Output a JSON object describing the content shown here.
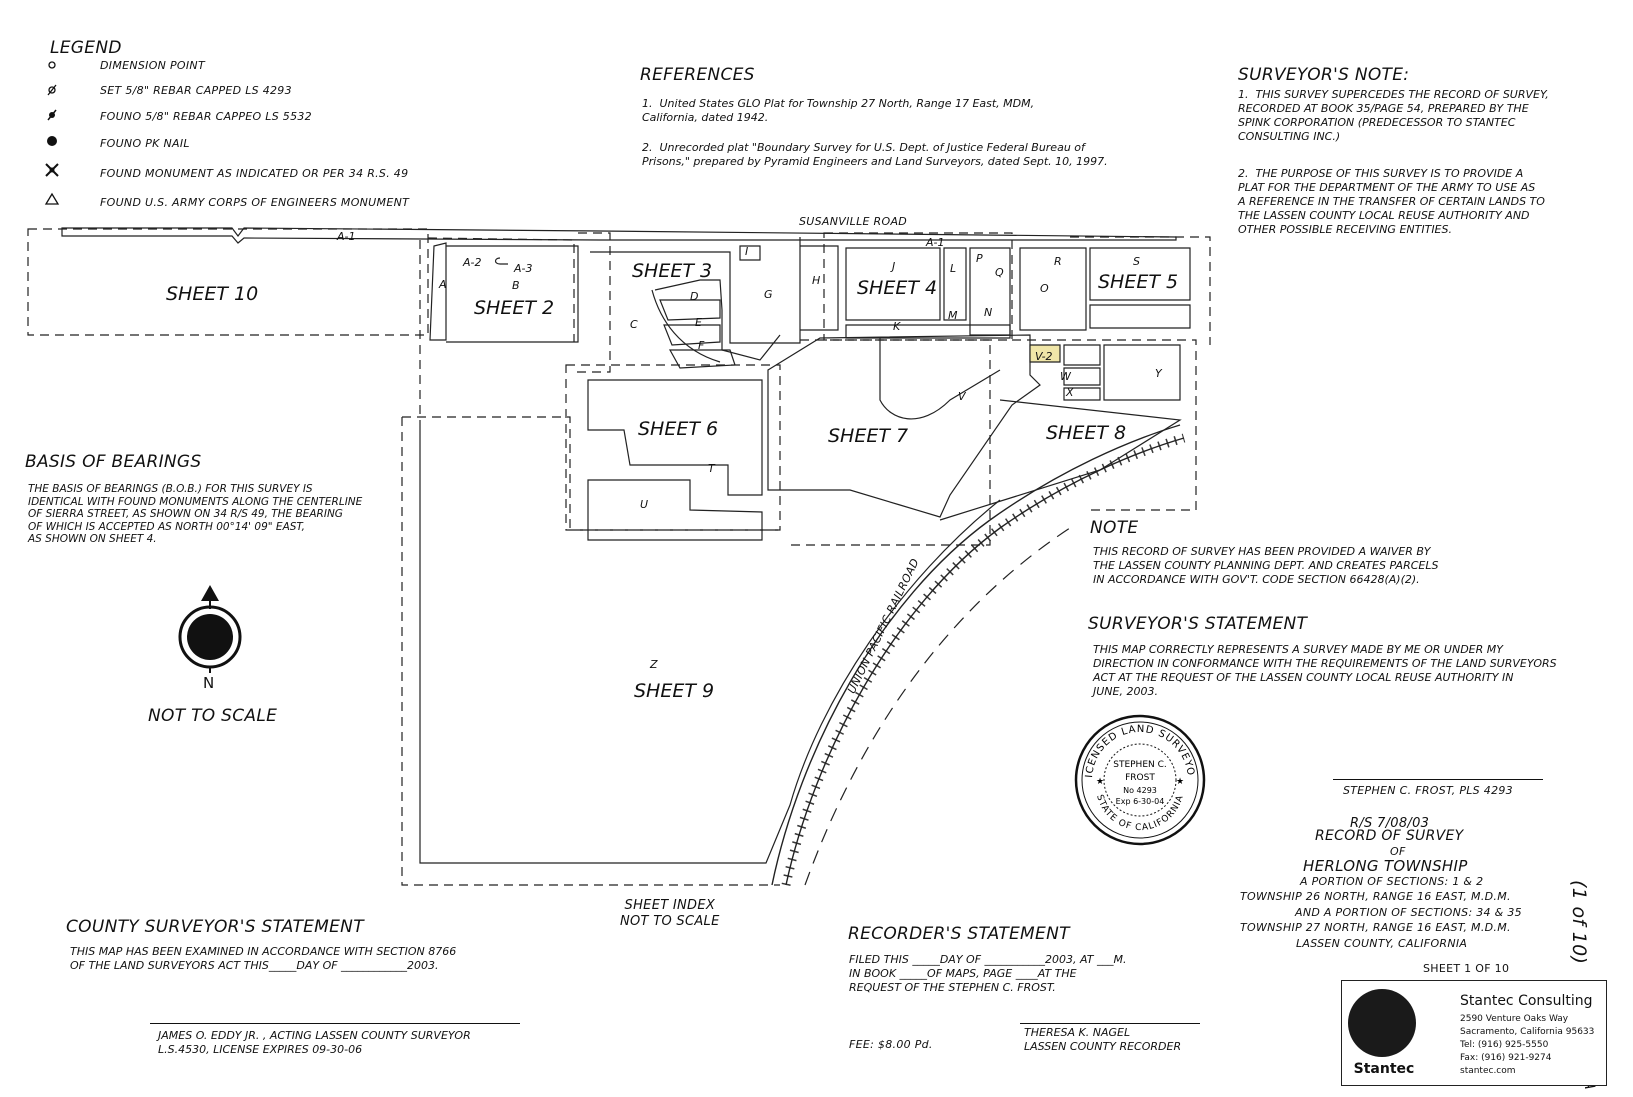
{
  "legend": {
    "title": "LEGEND",
    "items": [
      {
        "symbol": "circle-small",
        "label": "DIMENSION POINT"
      },
      {
        "symbol": "rebar-set",
        "label": "SET 5/8\" REBAR CAPPED LS 4293"
      },
      {
        "symbol": "rebar-found",
        "label": "FOUNO 5/8\" REBAR CAPPEO LS 5532"
      },
      {
        "symbol": "dot-filled",
        "label": "FOUNO PK NAIL"
      },
      {
        "symbol": "monument-x",
        "label": "FOUND MONUMENT AS INDICATED OR PER 34 R.S. 49"
      },
      {
        "symbol": "triangle",
        "label": "FOUND U.S. ARMY CORPS OF ENGINEERS MONUMENT"
      }
    ]
  },
  "references": {
    "title": "REFERENCES",
    "items": [
      "1.  United States GLO Plat for Township 27 North, Range 17 East, MDM,\nCalifornia, dated 1942.",
      "2.  Unrecorded plat \"Boundary Survey for U.S. Dept. of Justice Federal Bureau of\nPrisons,\" prepared by Pyramid Engineers and Land Surveyors, dated Sept. 10, 1997."
    ]
  },
  "surveyor_note": {
    "title": "SURVEYOR'S NOTE:",
    "items": [
      "1.  THIS SURVEY SUPERCEDES THE RECORD OF SURVEY,\nRECORDED AT BOOK 35/PAGE 54, PREPARED BY THE\nSPINK CORPORATION (PREDECESSOR TO STANTEC\nCONSULTING INC.)",
      "2.  THE PURPOSE OF THIS SURVEY IS TO PROVIDE A\nPLAT FOR THE DEPARTMENT OF THE ARMY TO USE AS\nA REFERENCE IN THE TRANSFER OF CERTAIN LANDS TO\nTHE LASSEN COUNTY LOCAL REUSE AUTHORITY AND\nOTHER POSSIBLE RECEIVING ENTITIES."
    ]
  },
  "basis_of_bearings": {
    "title": "BASIS OF BEARINGS",
    "text": "THE BASIS OF BEARINGS (B.O.B.) FOR THIS SURVEY IS\nIDENTICAL WITH FOUND MONUMENTS ALONG THE CENTERLINE\nOF SIERRA STREET, AS SHOWN ON 34 R/S 49, THE BEARING\nOF WHICH IS ACCEPTED AS NORTH 00°14' 09\" EAST,\nAS SHOWN ON SHEET 4."
  },
  "north_arrow": {
    "letter": "N",
    "caption": "NOT TO SCALE"
  },
  "note": {
    "title": "NOTE",
    "text": "THIS RECORD OF SURVEY HAS BEEN PROVIDED A WAIVER BY\nTHE LASSEN COUNTY PLANNING DEPT. AND CREATES PARCELS\nIN ACCORDANCE WITH GOV'T. CODE SECTION 66428(a)(2)."
  },
  "surveyor_statement": {
    "title": "SURVEYOR'S STATEMENT",
    "text": "THIS MAP CORRECTLY REPRESENTS A SURVEY MADE BY ME OR UNDER MY\nDIRECTION IN CONFORMANCE WITH THE REQUIREMENTS OF THE LAND SURVEYORS\nACT AT THE REQUEST OF THE LASSEN COUNTY LOCAL REUSE AUTHORITY IN\nJUNE, 2003."
  },
  "seal": {
    "ring_top": "LICENSED LAND SURVEYOR",
    "ring_bottom": "STATE OF CALIFORNIA",
    "name1": "STEPHEN C.",
    "name2": "FROST",
    "number": "No 4293",
    "expiry": "Exp 6-30-04"
  },
  "title_block": {
    "signer": "STEPHEN C. FROST, PLS 4293",
    "rs": "R/S  7/08/03",
    "line1": "RECORD OF SURVEY",
    "of": "OF",
    "line2": "HERLONG TOWNSHIP",
    "line3": "A PORTION OF SECTIONS: 1 & 2",
    "line4": "TOWNSHIP 26 NORTH, RANGE 16 EAST, M.D.M.",
    "line5": "AND A PORTION OF SECTIONS: 34 & 35",
    "line6": "TOWNSHIP 27 NORTH, RANGE 16 EAST, M.D.M.",
    "line7": "LASSEN COUNTY, CALIFORNIA",
    "sheet": "SHEET 1 OF 10",
    "margin_note": "(1 of 10)",
    "corner_mark": "A"
  },
  "county_statement": {
    "title": "COUNTY SURVEYOR'S STATEMENT",
    "text": "THIS MAP HAS BEEN EXAMINED IN ACCORDANCE WITH SECTION 8766\nOF THE LAND SURVEYORS ACT THIS_____DAY OF ____________2003.",
    "signer": "JAMES O. EDDY JR. , ACTING LASSEN COUNTY SURVEYOR\nL.S.4530, LICENSE EXPIRES 09-30-06"
  },
  "sheet_index_caption": "SHEET INDEX\nNOT TO SCALE",
  "recorder": {
    "title": "RECORDER'S STATEMENT",
    "text": "FILED THIS _____DAY OF ___________2003, AT ___M.\nIN BOOK _____OF MAPS, PAGE ____AT THE\nREQUEST OF THE STEPHEN C. FROST.",
    "fee": "FEE: $8.00 Pd.",
    "signer": "THERESA K. NAGEL\nLASSEN COUNTY RECORDER"
  },
  "stantec": {
    "brand": "Stantec",
    "name": "Stantec Consulting",
    "address": "2590 Venture Oaks Way\nSacramento, California 95633\nTel: (916) 925-5550\nFax: (916) 921-9274\nstantec.com"
  },
  "map": {
    "road": "SUSANVILLE  ROAD",
    "railroad": "UNION PACIFIC RAILROAD",
    "sheets": [
      "SHEET 10",
      "SHEET 2",
      "SHEET 3",
      "SHEET 4",
      "SHEET 5",
      "SHEET 6",
      "SHEET 7",
      "SHEET 8",
      "SHEET 9"
    ],
    "parcels": [
      "A-1",
      "A-1",
      "A-2",
      "A-3",
      "A",
      "B",
      "C",
      "D",
      "E",
      "F",
      "G",
      "H",
      "I",
      "J",
      "K",
      "L",
      "M",
      "N",
      "O",
      "P",
      "Q",
      "R",
      "S",
      "T",
      "U",
      "V",
      "V-2",
      "W",
      "X",
      "Y",
      "Z"
    ]
  }
}
